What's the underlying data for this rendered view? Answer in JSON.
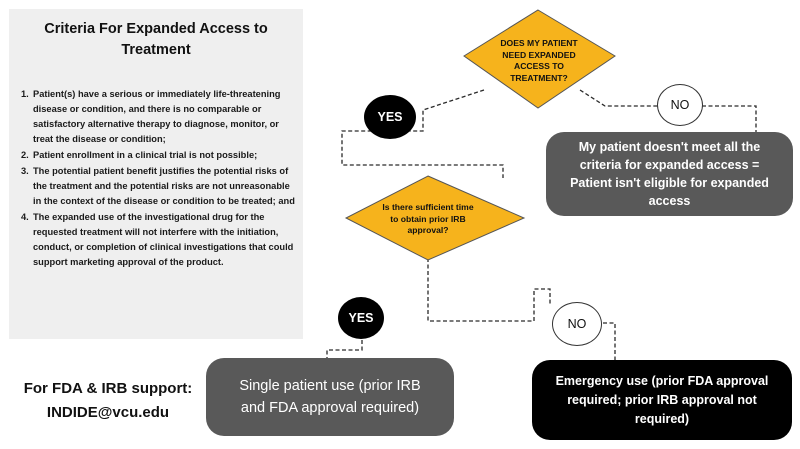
{
  "criteria_panel": {
    "title": "Criteria For Expanded Access to Treatment",
    "items": [
      {
        "num": "1.",
        "text": "Patient(s) have a serious or immediately life-threatening disease or condition, and there is no comparable or satisfactory alternative therapy to diagnose, monitor, or treat the disease or condition;"
      },
      {
        "num": "2.",
        "text": "Patient enrollment in a clinical trial is not possible;"
      },
      {
        "num": "3.",
        "text": "The potential patient benefit justifies the potential risks of the treatment and the potential risks are not unreasonable in the context of the disease or condition to be treated; and"
      },
      {
        "num": "4.",
        "text": "The expanded use of the investigational drug for the requested treatment will not interfere with the initiation, conduct, or completion of clinical investigations that could support marketing approval of the product."
      }
    ]
  },
  "flow": {
    "q1": "DOES MY PATIENT NEED EXPANDED ACCESS TO TREATMENT?",
    "q1_yes": "YES",
    "q1_no": "NO",
    "not_eligible": "My patient doesn't meet all the criteria for expanded access = Patient isn't eligible for expanded access",
    "q2": "Is there sufficient time to obtain prior IRB approval?",
    "q2_yes": "YES",
    "q2_no": "NO",
    "single_patient": "Single patient use (prior IRB and FDA approval required)",
    "emergency": "Emergency use (prior FDA approval required; prior IRB approval not required)"
  },
  "contact": {
    "heading": "For FDA & IRB support:",
    "email": "INDIDE@vcu.edu"
  },
  "colors": {
    "diamond_fill": "#f6b31c",
    "box_gray": "#595959",
    "box_black": "#000000",
    "panel_bg": "#efefef"
  }
}
